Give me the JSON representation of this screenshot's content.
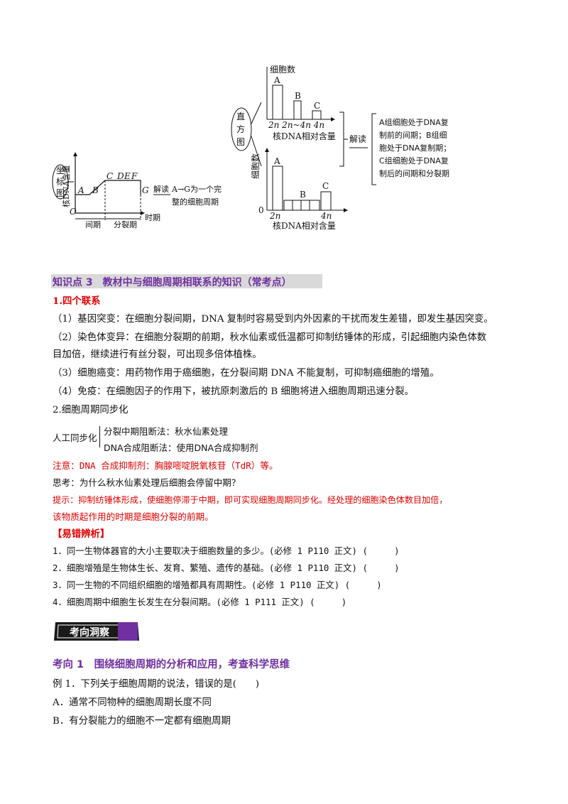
{
  "figures": {
    "coord": {
      "circle_label": [
        "坐",
        "标",
        "图"
      ],
      "y_label": "核DNA含量",
      "origin": "O",
      "points": [
        "A",
        "B",
        "C",
        "D",
        "E",
        "F",
        "G"
      ],
      "x_label": "时期",
      "phase_interphase": "间期",
      "phase_division": "分裂期",
      "read": "解读",
      "interpret_1": "A→G为一个完",
      "interpret_2": "整的细胞周期"
    },
    "histogram": {
      "circle_label": [
        "直",
        "方",
        "图"
      ],
      "top_y_label": "细胞数",
      "top_bars": [
        "A",
        "B",
        "C"
      ],
      "top_x_ticks": "2n 2n~4n 4n",
      "x_axis_label": "核DNA相对含量",
      "read": "解读",
      "bottom_y_label": "细胞数",
      "bottom_origin": "0",
      "bottom_bars": [
        "A",
        "B",
        "C"
      ],
      "bottom_tick_2n": "2n",
      "bottom_tick_4n": "4n",
      "interpretation": [
        "A组细胞处于DNA复",
        "制前的间期；B组细",
        "胞处于DNA复制期；",
        "C组细胞处于DNA复",
        "制后的间期和分裂期"
      ]
    }
  },
  "section3": {
    "title": "知识点 3　教材中与细胞周期相联系的知识（常考点）",
    "sub1": "1.四个联系",
    "item1": "（1）基因突变：在细胞分裂间期，DNA 复制时容易受到内外因素的干扰而发生差错，即发生基因突变。",
    "item2a": "（2）染色体变异：在细胞分裂期的前期，秋水仙素或低温都可抑制纺锤体的形成，引起细胞内染色体数",
    "item2b": "目加倍，继续进行有丝分裂，可出现多倍体植株。",
    "item3": "（3）细胞癌变：用药物作用于癌细胞，在分裂间期 DNA 不能复制，可抑制癌细胞的增殖。",
    "item4": "（4）免疫：在细胞因子的作用下，被抗原刺激后的 B 细胞将进入细胞周期迅速分裂。",
    "sub2": "2.细胞周期同步化",
    "sync_label": "人工同步化",
    "sync_method1": "分裂中期阻断法：秋水仙素处理",
    "sync_method2": "DNA合成阻断法：使用DNA合成抑制剂",
    "note": "注意：DNA 合成抑制剂：胸腺嘧啶脱氧核苷（TdR）等。",
    "think": "思考：为什么秋水仙素处理后细胞会停留中期？",
    "hint_a": "提示：抑制纺锤体形成，使细胞停滞于中期，即可实现细胞周期同步化。经处理的细胞染色体数目加倍，",
    "hint_b": "该物质起作用的时期是细胞分裂的前期。",
    "error_title": "【易错辨析】",
    "errors": [
      "1．同一生物体器官的大小主要取决于细胞数量的多少。(必修 1 P110 正文) (　　　)",
      "2．细胞增殖是生物体生长、发育、繁殖、遗传的基础。(必修 1 P110 正文) (　　　)",
      "3．同一生物的不同组织细胞的增殖都具有周期性。(必修 1 P110 正文) (　　　)",
      "4．细胞周期中细胞生长发生在分裂间期。(必修 1 P111 正文) (　　　)"
    ]
  },
  "badge": {
    "label": "考向洞察"
  },
  "direction1": {
    "title": "考向 1　围绕细胞周期的分析和应用，考查科学思维",
    "example": "例 1．下列关于细胞周期的说法，错误的是(　　)",
    "options": [
      "A．通常不同物种的细胞周期长度不同",
      "B．有分裂能力的细胞不一定都有细胞周期"
    ]
  },
  "colors": {
    "purple": "#7030a0",
    "red": "#e00000",
    "gray_bar": "#d9d9d9"
  }
}
